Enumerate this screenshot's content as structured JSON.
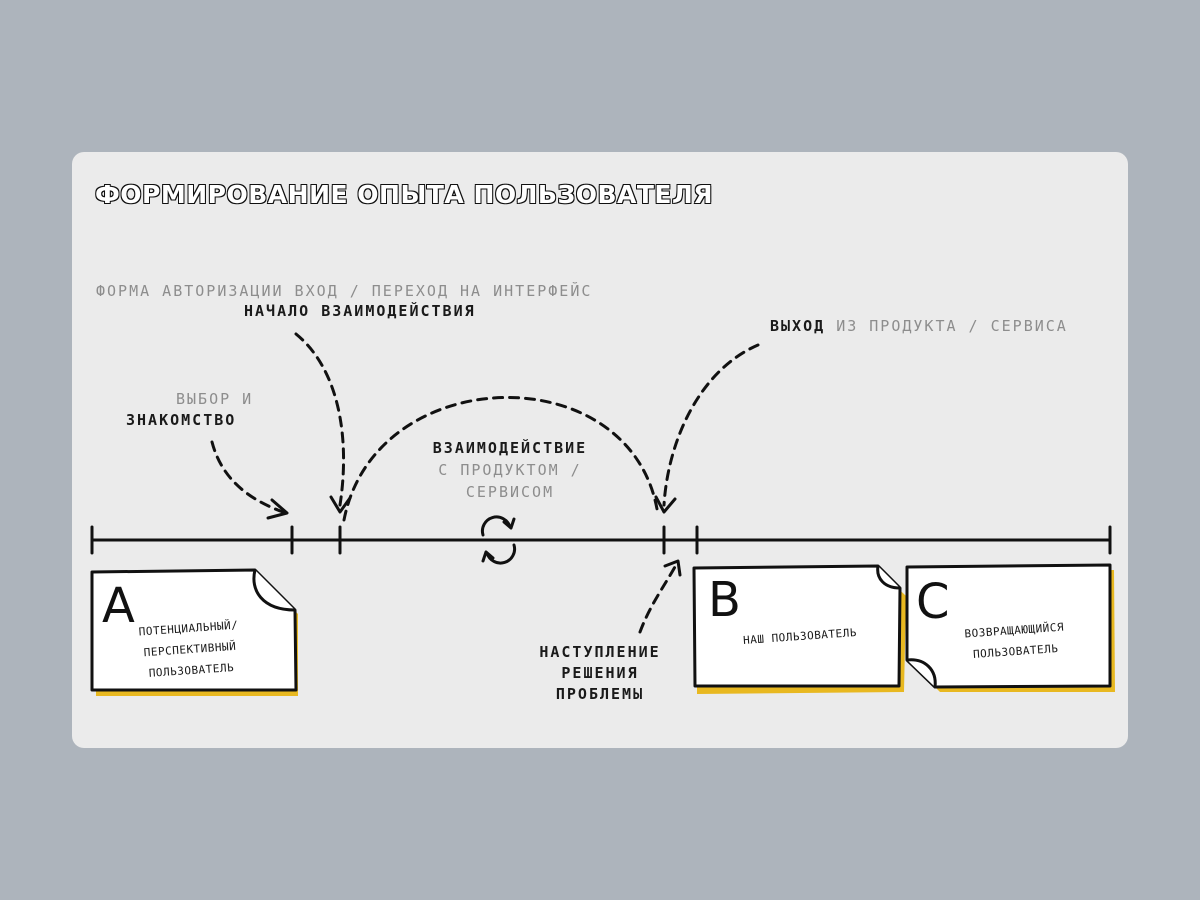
{
  "title": "ФОРМИРОВАНИЕ ОПЫТА ПОЛЬЗОВАТЕЛЯ",
  "labels": {
    "top_form": "ФОРМА АВТОРИЗАЦИИ ВХОД / ПЕРЕХОД НА ИНТЕРФЕЙС",
    "top_start": "НАЧАЛО ВЗАИМОДЕЙСТВИЯ",
    "choice_line1": "ВЫБОР И",
    "choice_line2": "ЗНАКОМСТВО",
    "interaction_line1": "ВЗАИМОДЕЙСТВИЕ",
    "interaction_line2": "С ПРОДУКТОМ /",
    "interaction_line3": "СЕРВИСОМ",
    "exit_bold": "ВЫХОД",
    "exit_rest": "ИЗ ПРОДУКТА / СЕРВИСА",
    "solution_line1": "НАСТУПЛЕНИЕ",
    "solution_line2": "РЕШЕНИЯ",
    "solution_line3": "ПРОБЛЕМЫ"
  },
  "notes": [
    {
      "letter": "A",
      "lines": [
        "ПОТЕНЦИАЛЬНЫЙ/",
        "ПЕРСПЕКТИВНЫЙ",
        "ПОЛЬЗОВАТЕЛЬ"
      ]
    },
    {
      "letter": "B",
      "lines": [
        "НАШ ПОЛЬЗОВАТЕЛЬ"
      ]
    },
    {
      "letter": "C",
      "lines": [
        "ВОЗВРАЩАЮЩИЙСЯ",
        "ПОЛЬЗОВАТЕЛЬ"
      ]
    }
  ],
  "colors": {
    "background": "#adb4bc",
    "card": "#ebebeb",
    "ink": "#111111",
    "accent_shadow": "#e8b820",
    "muted_text": "#8d8d8d"
  }
}
